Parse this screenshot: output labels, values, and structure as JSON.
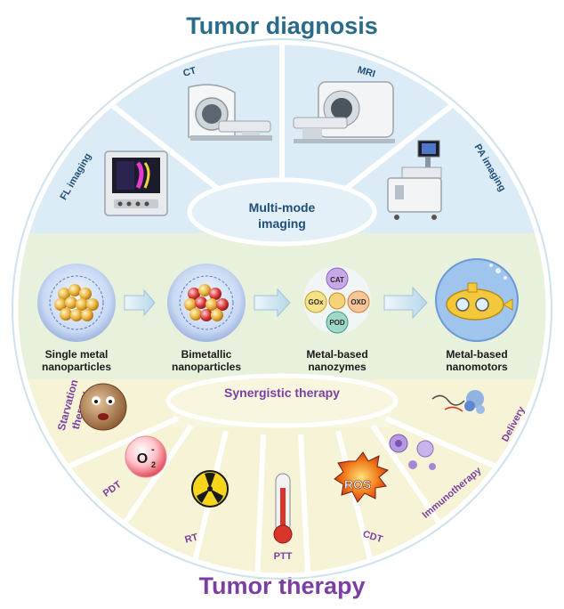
{
  "header": {
    "title": "Tumor diagnosis"
  },
  "footer": {
    "title": "Tumor therapy"
  },
  "diagnosis": {
    "center_label_line1": "Multi-mode",
    "center_label_line2": "imaging",
    "modalities": [
      {
        "label": "FL imaging"
      },
      {
        "label": "CT"
      },
      {
        "label": "MRI"
      },
      {
        "label": "PA imaging"
      }
    ]
  },
  "progression": {
    "stages": [
      {
        "line1": "Single metal",
        "line2": "nanoparticles"
      },
      {
        "line1": "Bimetallic",
        "line2": "nanoparticles"
      },
      {
        "line1": "Metal-based",
        "line2": "nanozymes"
      },
      {
        "line1": "Metal-based",
        "line2": "nanomotors"
      }
    ],
    "enzymes": [
      "CAT",
      "GOx",
      "OXD",
      "POD"
    ]
  },
  "therapy": {
    "center_label": "Synergistic therapy",
    "starvation_line1": "Starvation",
    "starvation_line2": "therapy",
    "pdt": "PDT",
    "o2_symbol": "O",
    "o2_subscript": "2",
    "o2_charge": "-",
    "rt": "RT",
    "ptt": "PTT",
    "ros": "ROS",
    "cdt": "CDT",
    "immunotherapy": "Immunotherapy",
    "delivery": "Delivery"
  },
  "colors": {
    "title_blue": "#2a6b8a",
    "title_purple": "#7b3fa0",
    "label_blue": "#1f4e79",
    "label_purple": "#7b3fa0",
    "top_panel": "#dcecf6",
    "middle_band": "#e8f1dc",
    "bottom_panel": "#f6f3d6",
    "divider": "#ffffff"
  }
}
